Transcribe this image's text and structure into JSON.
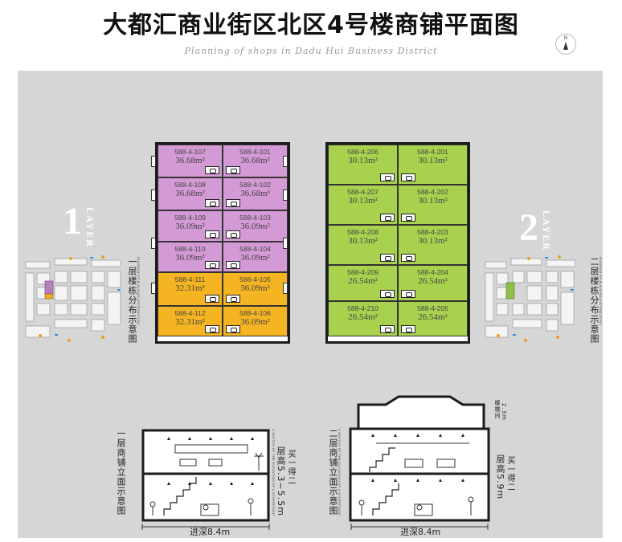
{
  "title": "大都汇商业街区北区4号楼商铺平面图",
  "subtitle": "Planning of shops in Dadu Hui Business District",
  "compass_label": "N",
  "floor1": {
    "layer_number": "1",
    "layer_word": "LAYER",
    "distribution_label": "一层楼栋分布示意图",
    "distribution_label_en": "DIAGRAM OF BUILDING DISTRIBUTION",
    "units": [
      {
        "code": "588-4-107",
        "area": "36.68m²",
        "color": "#d49ad6"
      },
      {
        "code": "588-4-101",
        "area": "36.68m²",
        "color": "#d49ad6"
      },
      {
        "code": "588-4-108",
        "area": "36.68m²",
        "color": "#d49ad6"
      },
      {
        "code": "588-4-102",
        "area": "36.68m²",
        "color": "#d49ad6"
      },
      {
        "code": "588-4-109",
        "area": "36.09m²",
        "color": "#d49ad6"
      },
      {
        "code": "588-4-103",
        "area": "36.09m²",
        "color": "#d49ad6"
      },
      {
        "code": "588-4-110",
        "area": "36.09m²",
        "color": "#d49ad6"
      },
      {
        "code": "588-4-104",
        "area": "36.09m²",
        "color": "#d49ad6"
      },
      {
        "code": "588-4-111",
        "area": "32.31m²",
        "color": "#f5b522"
      },
      {
        "code": "588-4-105",
        "area": "36.09m²",
        "color": "#f5b522"
      },
      {
        "code": "588-4-112",
        "area": "32.31m²",
        "color": "#f5b522"
      },
      {
        "code": "588-4-106",
        "area": "36.09m²",
        "color": "#f5b522"
      }
    ],
    "elevation_label": "一层商铺立面示意图",
    "elevation_label_en": "A SKETCH OF THE ELEVATION OF A STOREFRONT",
    "height_label": "层高5.3~5.5m",
    "height_sub": "买一得二",
    "depth_label": "进深8.4m"
  },
  "floor2": {
    "layer_number": "2",
    "layer_word": "LAYER",
    "distribution_label": "二层楼栋分布示意图",
    "distribution_label_en": "DIAGRAM OF BUILDING DISTRIBUTION",
    "units": [
      {
        "code": "588-4-206",
        "area": "30.13m²",
        "color": "#a8d24e"
      },
      {
        "code": "588-4-201",
        "area": "30.13m²",
        "color": "#a8d24e"
      },
      {
        "code": "588-4-207",
        "area": "30.13m²",
        "color": "#a8d24e"
      },
      {
        "code": "588-4-202",
        "area": "30.13m²",
        "color": "#a8d24e"
      },
      {
        "code": "588-4-208",
        "area": "30.13m²",
        "color": "#a8d24e"
      },
      {
        "code": "588-4-203",
        "area": "30.13m²",
        "color": "#a8d24e"
      },
      {
        "code": "588-4-209",
        "area": "26.54m²",
        "color": "#a8d24e"
      },
      {
        "code": "588-4-204",
        "area": "26.54m²",
        "color": "#a8d24e"
      },
      {
        "code": "588-4-210",
        "area": "26.54m²",
        "color": "#a8d24e"
      },
      {
        "code": "588-4-205",
        "area": "26.54m²",
        "color": "#a8d24e"
      }
    ],
    "elevation_label": "二层商铺立面示意图",
    "elevation_label_en": "A SKETCH OF THE ELEVATION OF A STOREFRONT",
    "height_label": "层高5.9m",
    "height_sub": "买一得二",
    "roof_label": "楼梯间",
    "roof_height": "2.3m",
    "depth_label": "进深8.4m"
  }
}
